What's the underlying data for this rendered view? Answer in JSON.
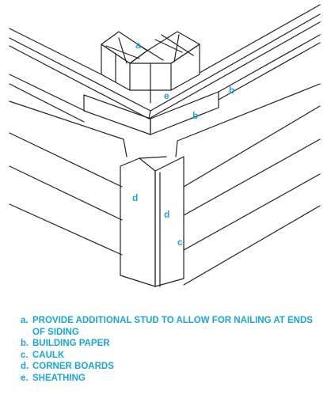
{
  "accent_color": "#1aa6d8",
  "line_color": "#222222",
  "callouts": {
    "a": "a",
    "b_upper": "b",
    "b_lower": "b",
    "c": "c",
    "d_left": "d",
    "d_right": "d",
    "e": "e"
  },
  "legend": [
    {
      "key": "a.",
      "text": "PROVIDE ADDITIONAL STUD TO ALLOW FOR NAILING AT ENDS OF SIDING"
    },
    {
      "key": "b.",
      "text": "BUILDING PAPER"
    },
    {
      "key": "c.",
      "text": "CAULK"
    },
    {
      "key": "d.",
      "text": "CORNER BOARDS"
    },
    {
      "key": "e.",
      "text": "SHEATHING"
    }
  ]
}
